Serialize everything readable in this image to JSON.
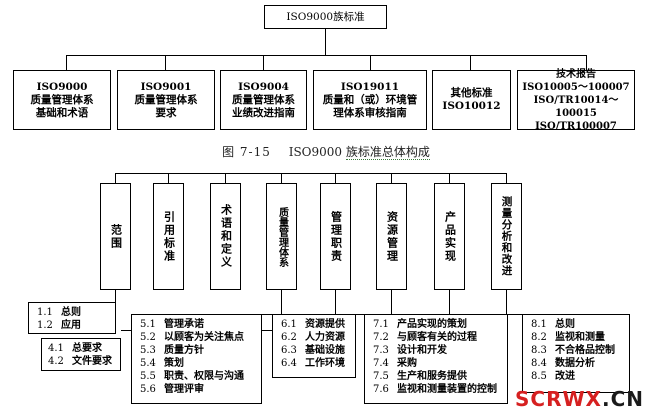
{
  "top": {
    "root": "ISO9000族标准",
    "children": [
      {
        "lines": [
          "ISO9000",
          "质量管理体系",
          "基础和术语"
        ]
      },
      {
        "lines": [
          "ISO9001",
          "质量管理体系",
          "要求"
        ]
      },
      {
        "lines": [
          "ISO9004",
          "质量管理体系",
          "业绩改进指南"
        ]
      },
      {
        "lines": [
          "ISO19011",
          "质量和（或）环境管",
          "理体系审核指南"
        ]
      },
      {
        "lines": [
          "其他标准",
          "ISO10012"
        ]
      },
      {
        "lines": [
          "技术报告",
          "ISO10005～100007",
          "ISO/TR10014～100015",
          "ISO/TR100007"
        ]
      }
    ]
  },
  "caption": {
    "fig": "图 7-15",
    "title_latin": "ISO9000",
    "title_cn": "族标准总体构成"
  },
  "clauses": [
    {
      "label": "范围"
    },
    {
      "label": "引用标准"
    },
    {
      "label": "术语和定义"
    },
    {
      "label": "质量管理体系"
    },
    {
      "label": "管理职责"
    },
    {
      "label": "资源管理"
    },
    {
      "label": "产品实现"
    },
    {
      "label": "测量分析和改进"
    }
  ],
  "details": {
    "scope": [
      [
        "1.1",
        "总则"
      ],
      [
        "1.2",
        "应用"
      ]
    ],
    "qms": [
      [
        "4.1",
        "总要求"
      ],
      [
        "4.2",
        "文件要求"
      ]
    ],
    "management": [
      [
        "5.1",
        "管理承诺"
      ],
      [
        "5.2",
        "以顾客为关注焦点"
      ],
      [
        "5.3",
        "质量方针"
      ],
      [
        "5.4",
        "策划"
      ],
      [
        "5.5",
        "职责、权限与沟通"
      ],
      [
        "5.6",
        "管理评审"
      ]
    ],
    "resource": [
      [
        "6.1",
        "资源提供"
      ],
      [
        "6.2",
        "人力资源"
      ],
      [
        "6.3",
        "基础设施"
      ],
      [
        "6.4",
        "工作环境"
      ]
    ],
    "product": [
      [
        "7.1",
        "产品实现的策划"
      ],
      [
        "7.2",
        "与顾客有关的过程"
      ],
      [
        "7.3",
        "设计和开发"
      ],
      [
        "7.4",
        "采购"
      ],
      [
        "7.5",
        "生产和服务提供"
      ],
      [
        "7.6",
        "监视和测量装置的控制"
      ]
    ],
    "measure": [
      [
        "8.1",
        "总则"
      ],
      [
        "8.2",
        "监视和测量"
      ],
      [
        "8.3",
        "不合格品控制"
      ],
      [
        "8.4",
        "数据分析"
      ],
      [
        "8.5",
        "改进"
      ]
    ]
  },
  "watermark": {
    "part1": "SCRWX",
    "part2": ".CN"
  }
}
